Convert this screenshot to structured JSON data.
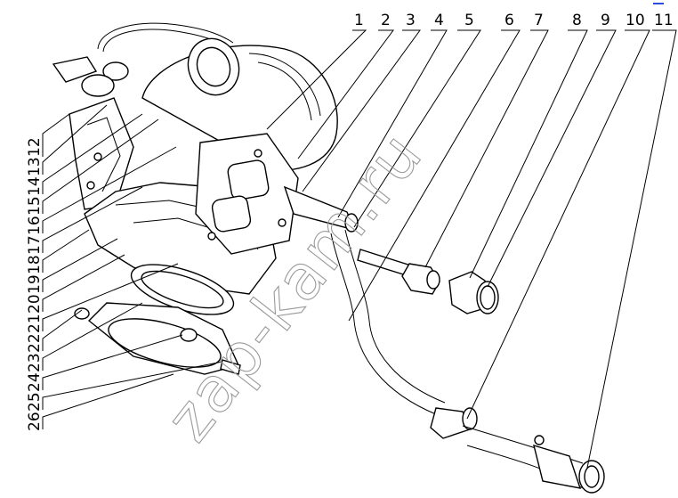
{
  "diagram": {
    "callouts_top": [
      "1",
      "2",
      "3",
      "4",
      "5",
      "6",
      "7",
      "8",
      "9",
      "10",
      "11"
    ],
    "callouts_left": [
      "12",
      "13",
      "14",
      "15",
      "16",
      "17",
      "18",
      "19",
      "20",
      "21",
      "22",
      "23",
      "24",
      "25",
      "26"
    ]
  },
  "watermark": {
    "text": "zap-kam.ru"
  },
  "colors": {
    "line": "#000000",
    "watermark": "#9a9a9a",
    "corner_mark": "#2b4bd8"
  }
}
